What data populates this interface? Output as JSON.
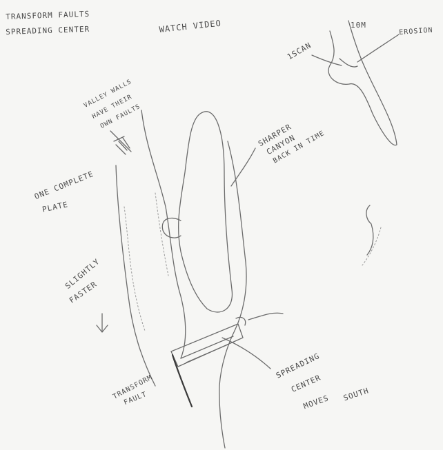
{
  "sketch": {
    "labels": {
      "title_line1": "TRANSFORM FAULTS",
      "title_line2": "SPREADING CENTER",
      "watch_video": "WATCH VIDEO",
      "label_1scan": "1SCAN",
      "label_10m": "10M",
      "label_erosion": "EROSION",
      "valley_walls_1": "VALLEY WALLS",
      "valley_walls_2": "HAVE THEIR",
      "valley_walls_3": "OWN FAULTS",
      "one_plate_1": "ONE COMPLETE",
      "one_plate_2": "PLATE",
      "sharper_1": "SHARPER",
      "sharper_2": "CANYON",
      "sharper_3": "BACK IN TIME",
      "slightly_1": "SLIGHTLY",
      "slightly_2": "FASTER",
      "transform_1": "TRANSFORM",
      "transform_2": "FAULT",
      "spreading_1": "SPREADING",
      "spreading_2": "CENTER",
      "spreading_3": "MOVES",
      "spreading_4": "SOUTH"
    },
    "colors": {
      "paper": "#f6f6f4",
      "pencil": "#6b6b6b"
    }
  }
}
